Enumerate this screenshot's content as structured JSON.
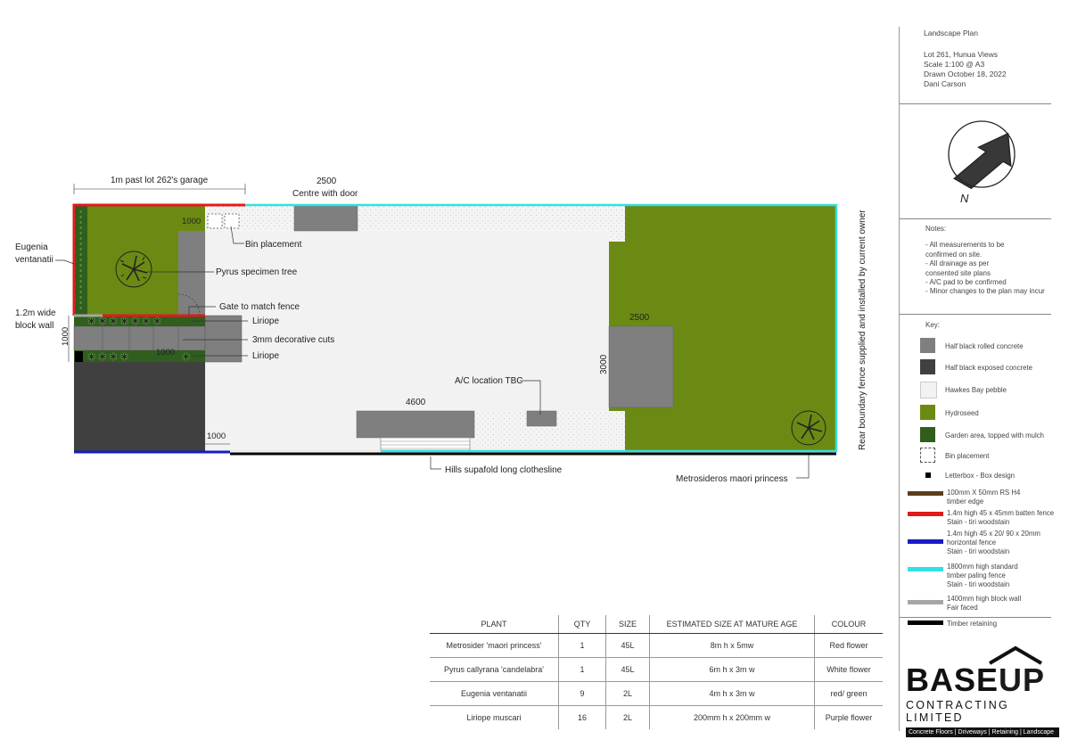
{
  "title_block": {
    "title": "Landscape Plan",
    "lines": [
      "Lot 261, Hunua Views",
      "Scale 1:100 @ A3",
      "Drawn October 18, 2022",
      "Dani Carson"
    ]
  },
  "north_label": "N",
  "notes": {
    "heading": "Notes:",
    "lines": [
      "- All measurements to be",
      "confirmed on site.",
      "- All drainage as per",
      "consented site plans",
      "- A/C pad to be confirmed",
      "- Minor changes to the plan may incur"
    ]
  },
  "key": {
    "heading": "Key:",
    "items": [
      {
        "label": "Half black rolled concrete",
        "color": "#7f7f7f"
      },
      {
        "label": "Half black exposed concrete",
        "color": "#404040"
      },
      {
        "label": "Hawkes Bay pebble",
        "color": "#f2f2f2"
      },
      {
        "label": "Hydroseed",
        "color": "#6b8a13"
      },
      {
        "label": "Garden area, topped with mulch",
        "color": "#2f5e1e"
      },
      {
        "label": "Bin placement",
        "color": "#ffffff"
      },
      {
        "label": "Letterbox - Box design",
        "color": "#000000"
      }
    ],
    "lines": [
      {
        "label1": "100mm X 50mm RS H4",
        "label2": "timber edge",
        "label3": "",
        "color": "#5a3e1e"
      },
      {
        "label1": "1.4m high 45 x 45mm batten fence",
        "label2": "Stain - tiri woodstain",
        "label3": "",
        "color": "#e01b1b"
      },
      {
        "label1": "1.4m high 45 x 20/ 90 x 20mm",
        "label2": "horizontal fence",
        "label3": "Stain - tiri woodstain",
        "color": "#1a1ac8"
      },
      {
        "label1": "1800mm high standard",
        "label2": "timber paling fence",
        "label3": "Stain - tiri woodstain",
        "color": "#33e0e0"
      },
      {
        "label1": "1400mm high block wall",
        "label2": "Fair faced",
        "label3": "",
        "color": "#a6a6a6"
      },
      {
        "label1": "Timber retaining",
        "label2": "",
        "label3": "",
        "color": "#000000"
      }
    ]
  },
  "plan": {
    "labels": {
      "garage_dim": "1m past lot 262's garage",
      "door_dim": "2500",
      "door_label": "Centre with door",
      "eugenia1": "Eugenia",
      "eugenia2": "ventanatii",
      "wall1": "1.2m wide",
      "wall2": "block wall",
      "dim_1000_left": "1000",
      "dim_1000_top": "1000",
      "dim_1000_mid": "1000",
      "dim_1000_bottom": "1000",
      "bin": "Bin placement",
      "pyrus": "Pyrus specimen tree",
      "gate": "Gate to match fence",
      "liriope1": "Liriope",
      "cuts": "3mm decorative cuts",
      "liriope2": "Liriope",
      "ac": "A/C location TBC",
      "dim_4600": "4600",
      "dim_2500_right": "2500",
      "dim_3000": "3000",
      "clothesline": "Hills supafold long clothesline",
      "metrosideros": "Metrosideros maori princess",
      "rear_fence": "Rear boundary fence supplied and installed by current owner"
    }
  },
  "plants_table": {
    "headers": [
      "PLANT",
      "QTY",
      "SIZE",
      "ESTIMATED SIZE AT MATURE AGE",
      "COLOUR"
    ],
    "rows": [
      [
        "Metrosider 'maori princess'",
        "1",
        "45L",
        "8m h x 5mw",
        "Red flower"
      ],
      [
        "Pyrus callyrana 'candelabra'",
        "1",
        "45L",
        "6m h x 3m w",
        "White flower"
      ],
      [
        "Eugenia ventanatii",
        "9",
        "2L",
        "4m h x 3m w",
        "red/ green"
      ],
      [
        "Liriope muscari",
        "16",
        "2L",
        "200mm h x 200mm w",
        "Purple flower"
      ]
    ]
  },
  "logo": {
    "main_left": "BASE",
    "main_right": "UP",
    "sub": "CONTRACTING LIMITED",
    "tagline": "Concrete Floors | Driveways | Retaining | Landscape"
  }
}
